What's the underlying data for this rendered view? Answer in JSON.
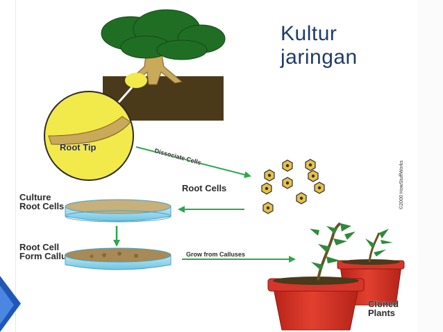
{
  "title": {
    "line1": "Kultur",
    "line2": "jaringan"
  },
  "diagram": {
    "root_tip": "Root Tip",
    "dissociate_cells": "Dissociate Cells",
    "root_cells": "Root Cells",
    "culture_line1": "Culture",
    "culture_line2": "Root Cells",
    "callus_line1": "Root Cell",
    "callus_line2": "Form Calluses",
    "grow": "Grow from Calluses",
    "cloned_line1": "Cloned",
    "cloned_line2": "Plants",
    "copyright": "©2000 HowStuffWorks"
  },
  "colors": {
    "title": "#1f3c66",
    "arrow": "#2aa84a",
    "foliage": "#1f6e24",
    "soil": "#4a3a1a",
    "yellow": "#f2e94a",
    "dish": "#8fd4ea",
    "pot": "#d8352a"
  }
}
